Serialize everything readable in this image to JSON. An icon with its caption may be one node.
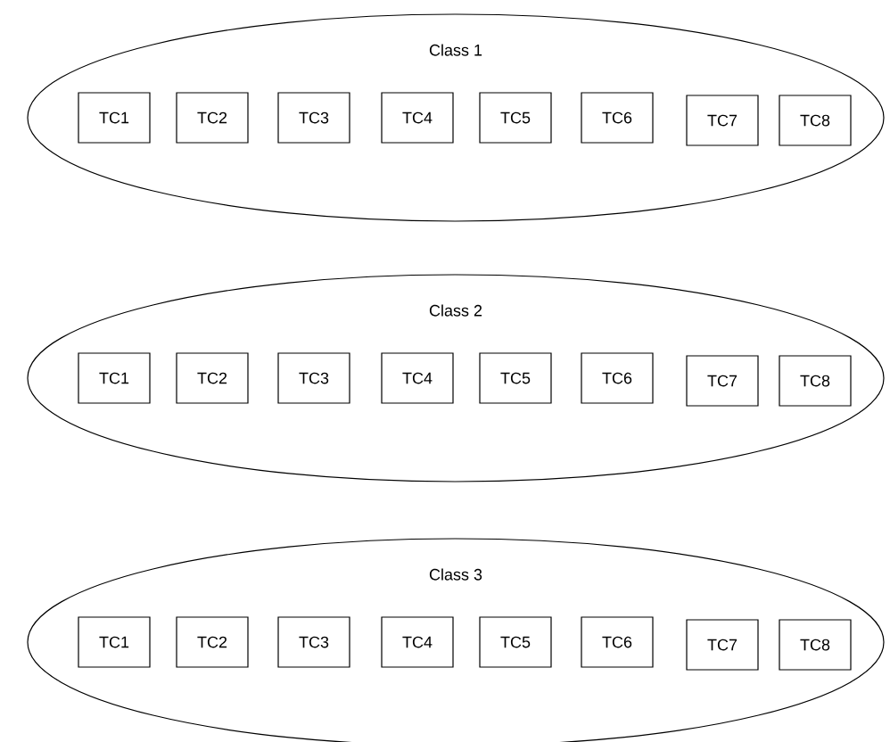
{
  "diagram": {
    "nodes": [
      {
        "text": [
          "Class 1"
        ]
      },
      {
        "text": [
          "TC1"
        ],
        "in": 0
      },
      {
        "text": [
          "TC2"
        ],
        "in": 0
      },
      {
        "text": [
          "TC3"
        ],
        "in": 0
      },
      {
        "text": [
          "TC4"
        ],
        "in": 0
      },
      {
        "text": [
          "TC5"
        ],
        "in": 0
      },
      {
        "text": [
          "TC6"
        ],
        "in": 0
      },
      {
        "text": [
          "TC7"
        ],
        "in": 0
      },
      {
        "text": [
          "TC8"
        ],
        "in": 0
      },
      {
        "text": [
          "Class 2"
        ]
      },
      {
        "text": [
          "TC1"
        ],
        "in": 9
      },
      {
        "text": [
          "TC2"
        ],
        "in": 9
      },
      {
        "text": [
          "TC3"
        ],
        "in": 9
      },
      {
        "text": [
          "TC4"
        ],
        "in": 9
      },
      {
        "text": [
          "TC5"
        ],
        "in": 9
      },
      {
        "text": [
          "TC6"
        ],
        "in": 9
      },
      {
        "text": [
          "TC7"
        ],
        "in": 9
      },
      {
        "text": [
          "TC8"
        ],
        "in": 9
      },
      {
        "text": [
          "Class 3"
        ]
      },
      {
        "text": [
          "TC1"
        ],
        "in": 18
      },
      {
        "text": [
          "TC2"
        ],
        "in": 18
      },
      {
        "text": [
          "TC3"
        ],
        "in": 18
      },
      {
        "text": [
          "TC4"
        ],
        "in": 18
      },
      {
        "text": [
          "TC5"
        ],
        "in": 18
      },
      {
        "text": [
          "TC6"
        ],
        "in": 18
      },
      {
        "text": [
          "TC7"
        ],
        "in": 18
      },
      {
        "text": [
          "TC8"
        ],
        "in": 18
      }
    ]
  }
}
